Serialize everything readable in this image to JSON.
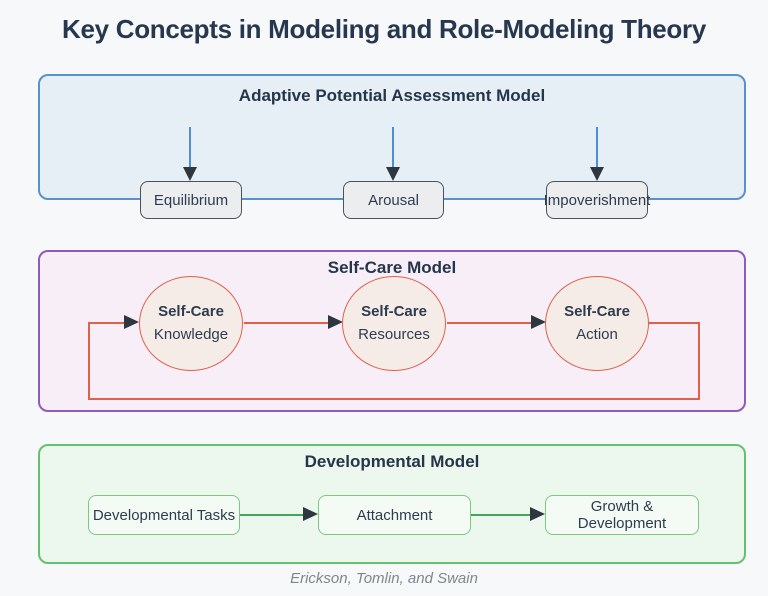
{
  "page": {
    "title": "Key Concepts in Modeling and Role-Modeling Theory",
    "caption": "Erickson, Tomlin, and Swain"
  },
  "apam": {
    "title": "Adaptive Potential Assessment Model",
    "nodes": [
      {
        "label": "Equilibrium"
      },
      {
        "label": "Arousal"
      },
      {
        "label": "Impoverishment"
      }
    ]
  },
  "selfcare": {
    "title": "Self-Care Model",
    "nodes": [
      {
        "line1": "Self-Care",
        "line2": "Knowledge"
      },
      {
        "line1": "Self-Care",
        "line2": "Resources"
      },
      {
        "line1": "Self-Care",
        "line2": "Action"
      }
    ]
  },
  "developmental": {
    "title": "Developmental Model",
    "nodes": [
      {
        "label": "Developmental Tasks"
      },
      {
        "label": "Attachment"
      },
      {
        "label": "Growth & Development"
      }
    ]
  },
  "colors": {
    "background": "#f7f8fa",
    "title_text": "#27374d",
    "node_text": "#2e3c50",
    "apam_panel_fill": "#e7eff6",
    "apam_panel_border": "#5a91cc",
    "apam_node_fill": "#ebedef",
    "apam_node_border": "#4a525b",
    "blue_arrow": "#4f8fd0",
    "selfcare_panel_fill": "#f7eef8",
    "selfcare_panel_border": "#8f5bba",
    "circle_fill": "#f6ece7",
    "circle_border": "#e0604a",
    "red_arrow": "#e0604a",
    "dev_panel_fill": "#ecf7ee",
    "dev_panel_border": "#66c16e",
    "dev_node_fill": "#f4fbf5",
    "dev_node_border": "#7cc87f",
    "green_arrow": "#41a65a",
    "arrowhead": "#2e3640",
    "caption_text": "#7e878d"
  }
}
